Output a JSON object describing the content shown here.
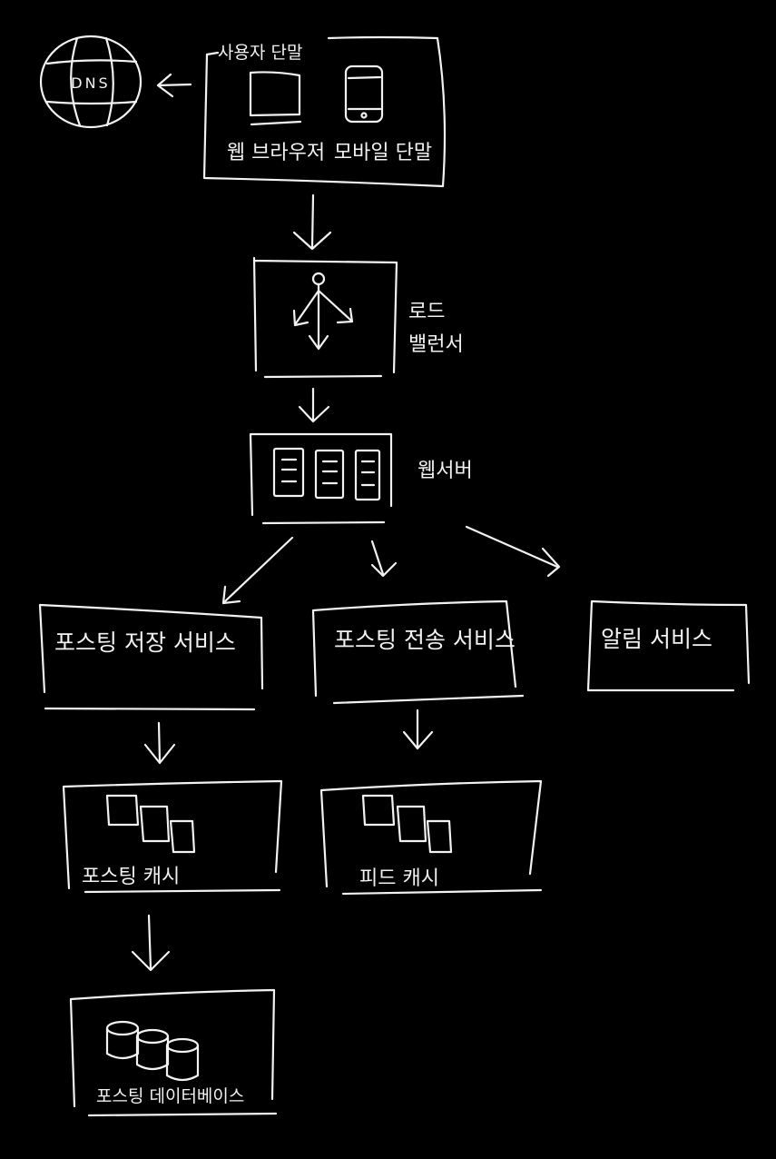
{
  "dns": {
    "label": "DNS"
  },
  "client": {
    "title": "사용자 단말",
    "browser_label": "웹 브라우저",
    "mobile_label": "모바일 단말"
  },
  "load_balancer": {
    "label_line1": "로드",
    "label_line2": "밸런서"
  },
  "web_servers": {
    "label": "웹서버"
  },
  "post_service": {
    "label": "포스팅 저장 서비스"
  },
  "fanout_service": {
    "label": "포스팅 전송 서비스"
  },
  "notification_service": {
    "label": "알림 서비스"
  },
  "post_cache": {
    "label": "포스팅 캐시"
  },
  "news_feed_cache": {
    "label": "피드 캐시"
  },
  "post_db": {
    "label": "포스팅 데이터베이스"
  }
}
